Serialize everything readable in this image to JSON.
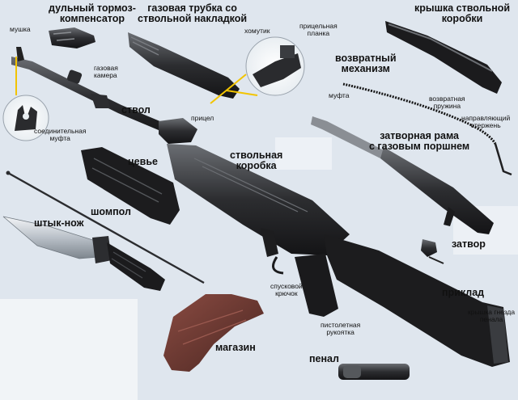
{
  "labels": {
    "muzzle_brake": [
      "дульный тормоз-",
      "компенсатор"
    ],
    "gas_tube": [
      "газовая трубка со",
      "ствольной накладкой"
    ],
    "receiver_cover": [
      "крышка ствольной",
      "коробки"
    ],
    "front_sight": "мушка",
    "gas_chamber": [
      "газовая",
      "камера"
    ],
    "clamp": "хомутик",
    "sight_base": [
      "прицельная",
      "планка"
    ],
    "recoil_mechanism": [
      "возвратный",
      "механизм"
    ],
    "coupling": "муфта",
    "recoil_spring": [
      "возвратная",
      "пружина"
    ],
    "guide_rod": [
      "направляющий",
      "стержень"
    ],
    "barrel": "ствол",
    "rear_sight": "прицел",
    "connecting_sleeve": [
      "соединительная",
      "муфта"
    ],
    "bolt_carrier": [
      "затворная рама",
      "с газовым поршнем"
    ],
    "handguard": "цевье",
    "receiver": [
      "ствольная",
      "коробка"
    ],
    "cleaning_rod": "шомпол",
    "bayonet": "штык-нож",
    "bolt": "затвор",
    "trigger": [
      "спусковой",
      "крючок"
    ],
    "stock": "приклад",
    "stock_cap": [
      "крышка гнезда",
      "пенала"
    ],
    "pistol_grip": [
      "пистолетная",
      "рукоятка"
    ],
    "magazine": "магазин",
    "kit_case": "пенал"
  },
  "colors": {
    "background": "#dfe6ee",
    "metal": "#2a2b2e",
    "metal_light": "#4a4c50",
    "polymer": "#1c1c1e",
    "magazine": "#6a3a33",
    "leader": "#f2c400",
    "spring": "#151515"
  }
}
